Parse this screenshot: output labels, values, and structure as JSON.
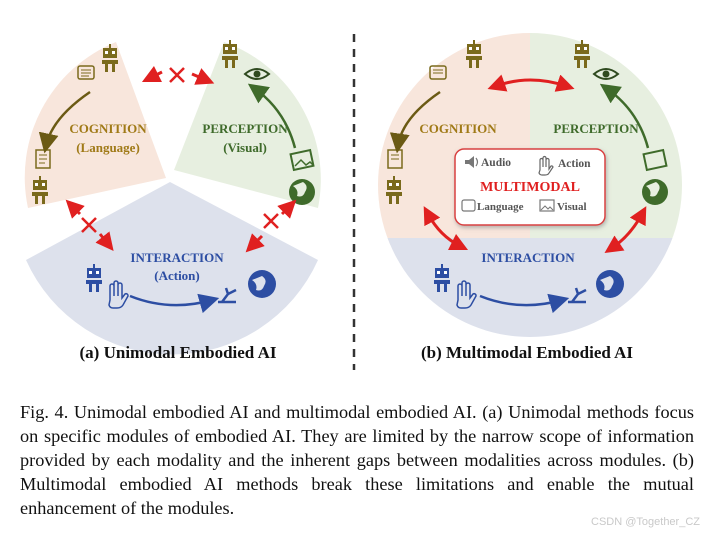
{
  "left_panel": {
    "cognition_title": "COGNITION",
    "cognition_sub": "(Language)",
    "perception_title": "PERCEPTION",
    "perception_sub": "(Visual)",
    "interaction_title": "INTERACTION",
    "interaction_sub": "(Action)",
    "caption": "(a) Unimodal Embodied AI"
  },
  "right_panel": {
    "cognition_title": "COGNITION",
    "perception_title": "PERCEPTION",
    "interaction_title": "INTERACTION",
    "multimodal_title": "MULTIMODAL",
    "modality_audio": "Audio",
    "modality_action": "Action",
    "modality_language": "Language",
    "modality_visual": "Visual",
    "caption": "(b) Multimodal Embodied AI"
  },
  "caption": {
    "text": "Fig. 4.  Unimodal embodied AI and multimodal embodied AI. (a) Unimodal methods focus on specific modules of embodied AI. They are limited by the narrow scope of information provided by each modality and the inherent gaps between modalities across modules. (b) Multimodal embodied AI methods break these limitations and enable the mutual enhancement of the modules."
  },
  "watermark": "CSDN @Together_CZ",
  "colors": {
    "cognition_bg": "#f8e6dc",
    "perception_bg": "#e7efe0",
    "interaction_bg": "#dde1ec",
    "cognition_text": "#a07a17",
    "perception_text": "#3f6b2b",
    "interaction_text": "#2d4ea3",
    "red_accent": "#e02020",
    "robot_olive": "#7a6a1c"
  }
}
